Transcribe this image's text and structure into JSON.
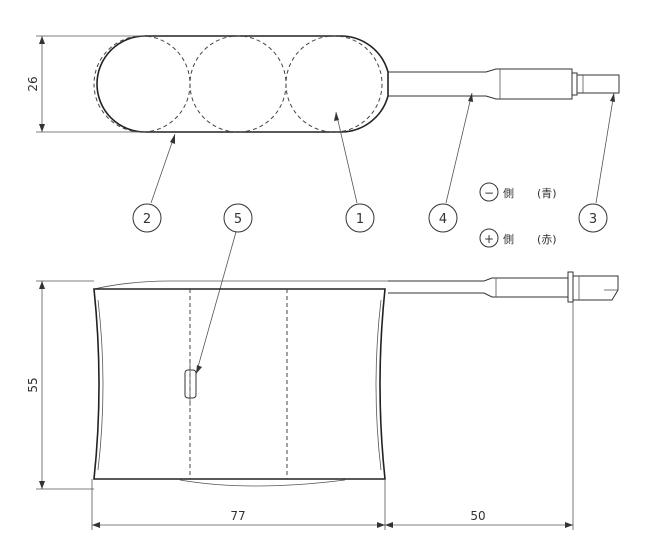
{
  "dimensions": {
    "height_top": "26",
    "height_side": "55",
    "length_body": "77",
    "length_lead": "50"
  },
  "callouts": {
    "c1": "1",
    "c2": "2",
    "c3": "3",
    "c4": "4",
    "c5": "5"
  },
  "polarity": {
    "neg_symbol": "−",
    "neg_side": "側",
    "neg_color": "(青)",
    "pos_symbol": "+",
    "pos_side": "側",
    "pos_color": "(赤)"
  }
}
